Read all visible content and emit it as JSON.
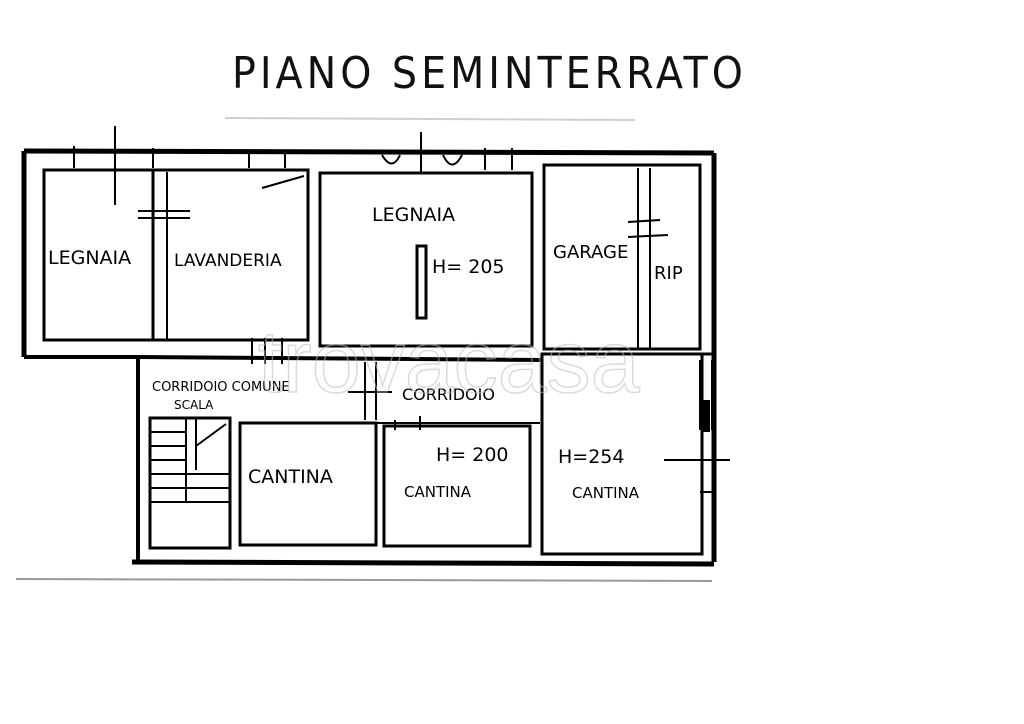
{
  "title": "PIANO SEMINTERRATO",
  "watermark": "trovacasa",
  "rooms": {
    "legnaia_left": "LEGNAIA",
    "lavanderia": "LAVANDERIA",
    "legnaia_center": "LEGNAIA",
    "height_legnaia": "H= 205",
    "garage": "GARAGE",
    "rip": "RIP",
    "corridoio_comune": "CORRIDOIO COMUNE",
    "scala": "SCALA",
    "corridoio": "CORRIDOIO",
    "cantina_left": "CANTINA",
    "height_cantina_mid": "H= 200",
    "cantina_mid": "CANTINA",
    "height_cantina_right": "H=254",
    "cantina_right": "CANTINA"
  },
  "colors": {
    "ink": "#000000",
    "paper": "#ffffff",
    "watermark": "#bdbdbd"
  }
}
